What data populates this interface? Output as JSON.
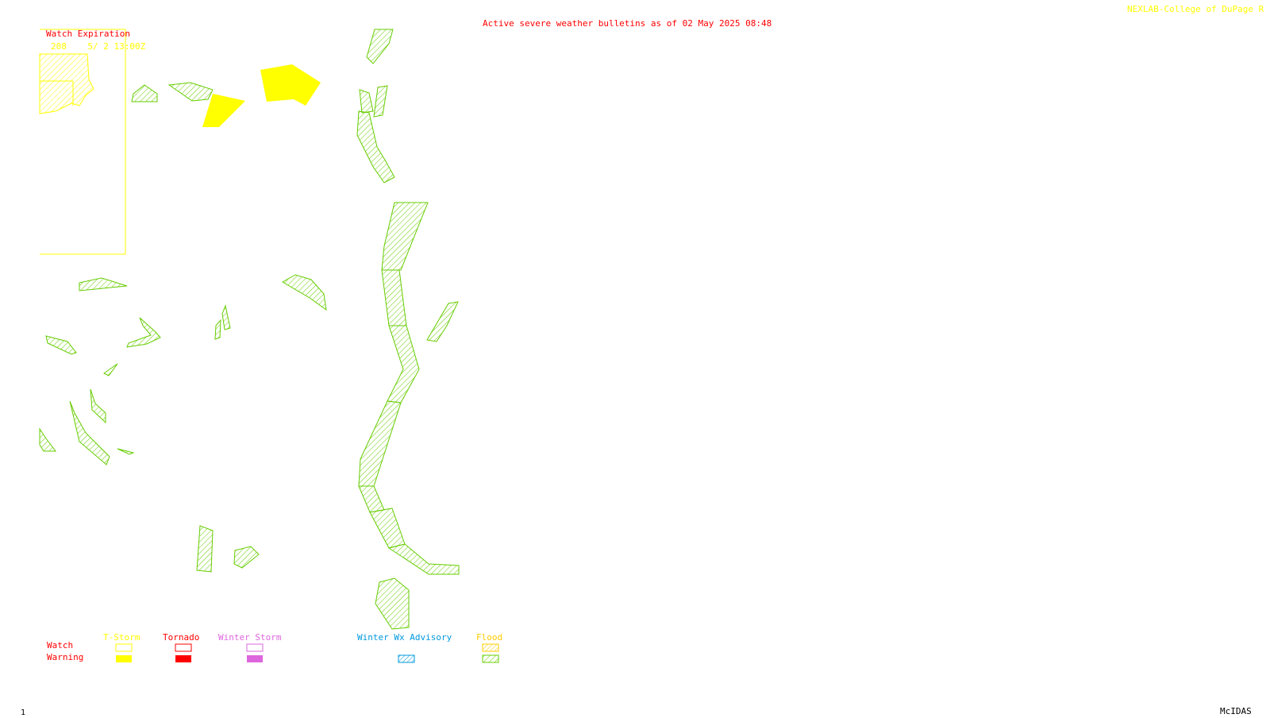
{
  "header": {
    "title": "Active severe weather bulletins as of 02 May 2025 08:48",
    "credit": "NEXLAB-College of DuPage R"
  },
  "watch_expiration": {
    "title": "Watch Expiration",
    "entries": [
      {
        "number": "208",
        "expires": "5/ 2 13:00Z"
      }
    ]
  },
  "legend": {
    "watch_label": "Watch",
    "warning_label": "Warning",
    "categories": [
      {
        "name": "T-Storm",
        "color": "#ffff00",
        "watch_style": "outline",
        "warning_style": "solid"
      },
      {
        "name": "Tornado",
        "color": "#ff0000",
        "watch_style": "outline",
        "warning_style": "solid"
      },
      {
        "name": "Winter Storm",
        "color": "#dd66dd",
        "watch_style": "outline",
        "warning_style": "solid"
      },
      {
        "name": "Winter Wx Advisory",
        "color": "#0099dd",
        "watch_style": "none",
        "warning_style": "hatched"
      },
      {
        "name": "Flood",
        "color": "#ffcc00",
        "warning_color": "#66cc00",
        "watch_style": "hatched",
        "warning_style": "hatched"
      }
    ]
  },
  "footer": {
    "frame_number": "1",
    "software": "McIDAS"
  },
  "colors": {
    "title": "#ff0000",
    "credit": "#ffff00",
    "watch_exp_title": "#ff0000",
    "watch_exp_entry": "#ffff00",
    "flood_warning": "#66cc00",
    "tstorm_warning": "#ffff00",
    "watch_outline": "#ffff00",
    "legend_labels": "#ff0000"
  },
  "map_features": {
    "tstorm_warnings_count": 2,
    "flood_warning_polygons": "multiple",
    "tstorm_watch_box": "208"
  }
}
